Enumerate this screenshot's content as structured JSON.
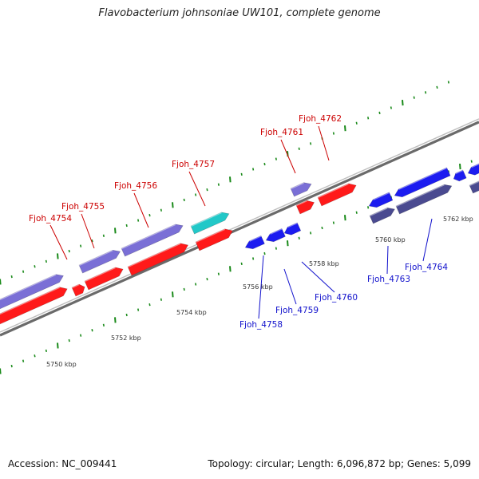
{
  "title": "Flavobacterium johnsoniae UW101, complete genome",
  "footer": {
    "accession": "Accession: NC_009441",
    "summary": "Topology: circular; Length: 6,096,872 bp; Genes: 5,099"
  },
  "colors": {
    "backbone": "#7f7f7f",
    "tick": "#1a8a1a",
    "forward_gene": "#ff1a1a",
    "forward_gene_alt": "#7a6fd6",
    "forward_gene_highlight": "#22c8c8",
    "reverse_gene": "#1c1cf0",
    "reverse_gene_alt": "#4a4a90",
    "label_forward": "#cc0000",
    "label_reverse": "#1010cc"
  },
  "scale_labels": [
    "5750 kbp",
    "5752 kbp",
    "5754 kbp",
    "5756 kbp",
    "5758 kbp",
    "5760 kbp",
    "5762 kbp"
  ],
  "gene_labels": {
    "forward": [
      "Fjoh_4754",
      "Fjoh_4755",
      "Fjoh_4756",
      "Fjoh_4757",
      "Fjoh_4761",
      "Fjoh_4762"
    ],
    "reverse": [
      "Fjoh_4758",
      "Fjoh_4759",
      "Fjoh_4760",
      "Fjoh_4763",
      "Fjoh_4764"
    ]
  }
}
